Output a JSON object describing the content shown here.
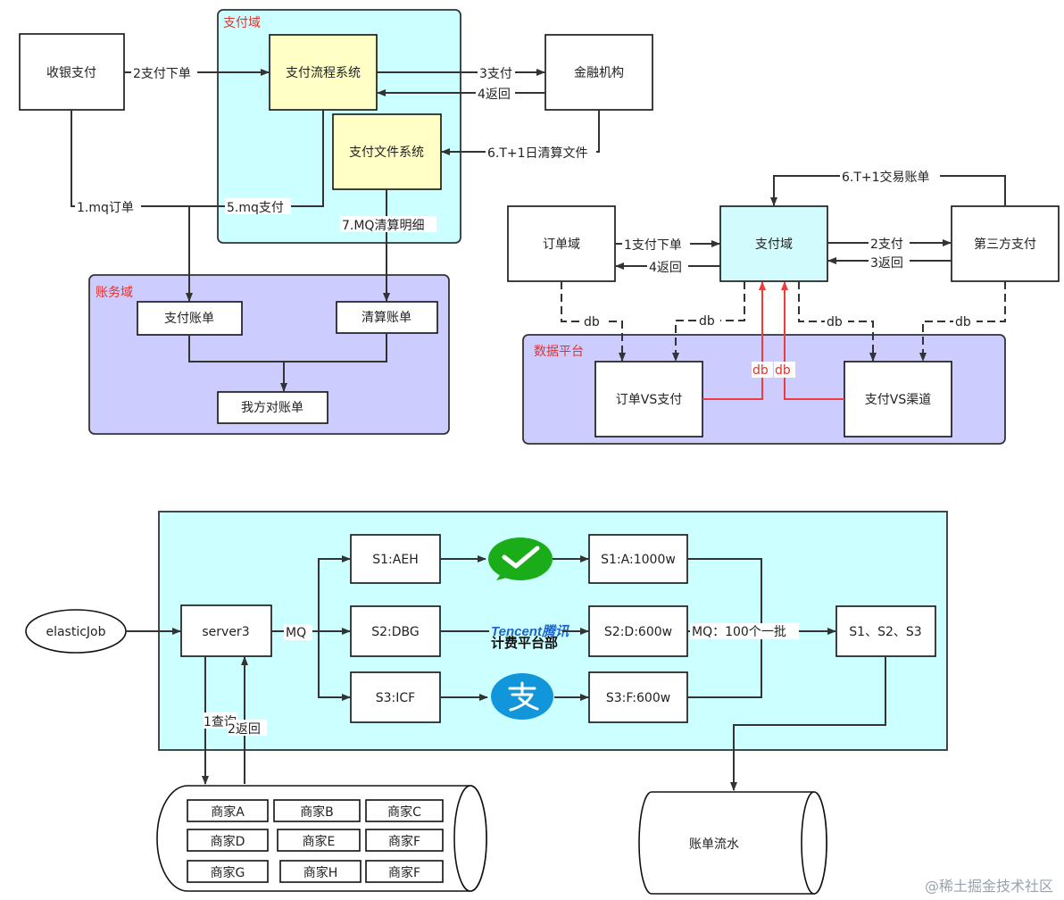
{
  "diagram1": {
    "pay_domain_title": "支付域",
    "account_domain_title": "账务域",
    "cashier": "收银支付",
    "pay_flow": "支付流程系统",
    "pay_file": "支付文件系统",
    "finance": "金融机构",
    "pay_bill": "支付账单",
    "clear_bill": "清算账单",
    "our_bill": "我方对账单",
    "edge_pay_order": "2支付下单",
    "edge_pay": "3支付",
    "edge_return": "4返回",
    "edge_clear_file": "6.T+1日清算文件",
    "edge_mq_order": "1.mq订单",
    "edge_mq_pay": "5.mq支付",
    "edge_mq_clear": "7.MQ清算明细"
  },
  "diagram2": {
    "data_platform_title": "数据平台",
    "order_domain": "订单域",
    "pay_domain": "支付域",
    "third_party": "第三方支付",
    "order_vs_pay": "订单VS支付",
    "pay_vs_channel": "支付VS渠道",
    "edge_trade_bill": "6.T+1交易账单",
    "edge_pay_order": "1支付下单",
    "edge_return4": "4返回",
    "edge_pay2": "2支付",
    "edge_return3": "3返回",
    "db": "db"
  },
  "diagram3": {
    "elasticjob": "elasticJob",
    "server3": "server3",
    "mq": "MQ",
    "s1": "S1:AEH",
    "s2": "S2:DBG",
    "s3": "S3:ICF",
    "r1": "S1:A:1000w",
    "r2": "S2:D:600w",
    "r3": "S3:F:600w",
    "batch_label": "MQ：100个一批",
    "merge": "S1、S2、S3",
    "query": "1查询",
    "return": "2返回",
    "tencent_logo": "Tencent腾讯",
    "tencent_sub": "计费平台部",
    "bill_flow": "账单流水",
    "merchants": [
      "商家A",
      "商家B",
      "商家C",
      "商家D",
      "商家E",
      "商家F",
      "商家G",
      "商家H",
      "商家F"
    ],
    "colors": {
      "wechat": "#1aad19",
      "alipay": "#1296db",
      "tencent": "#1d64c8"
    }
  },
  "watermark": "@稀土掘金技术社区"
}
